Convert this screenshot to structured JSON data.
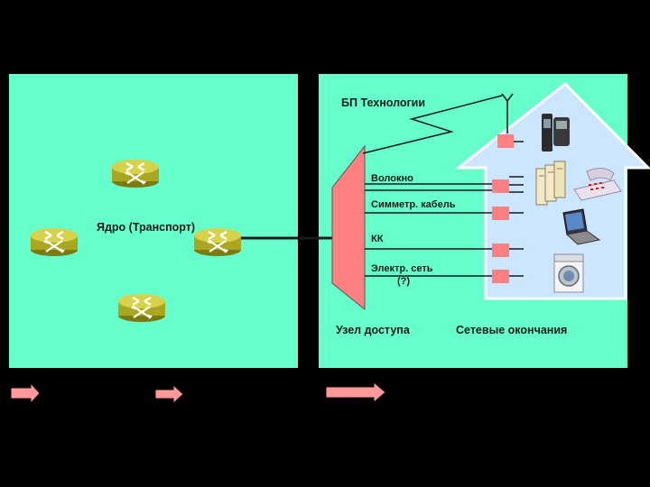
{
  "core": {
    "label": "Ядро (Транспорт)"
  },
  "access": {
    "wireless_label": "БП Технологии",
    "node_label": "Узел доступа",
    "terminals_label": "Сетевые окончания"
  },
  "lines": [
    {
      "label": "Волокно"
    },
    {
      "label": "Симметр. кабель"
    },
    {
      "label": "КК"
    },
    {
      "label": "Электр. сеть"
    }
  ],
  "question_mark": "(?)",
  "icons": {
    "router": "router-icon",
    "antenna": "antenna-icon",
    "mobile_phone": "mobile-phone-icon",
    "modem": "modem-icon",
    "desk_phone": "desk-phone-icon",
    "laptop": "laptop-icon",
    "washing_machine": "washing-machine-icon"
  },
  "colors": {
    "background": "#000000",
    "panel": "#66ffcc",
    "access_node": "#ff8080",
    "house": "#cce6ff",
    "router": "#b5b22a",
    "arrow": "#ff9999"
  }
}
